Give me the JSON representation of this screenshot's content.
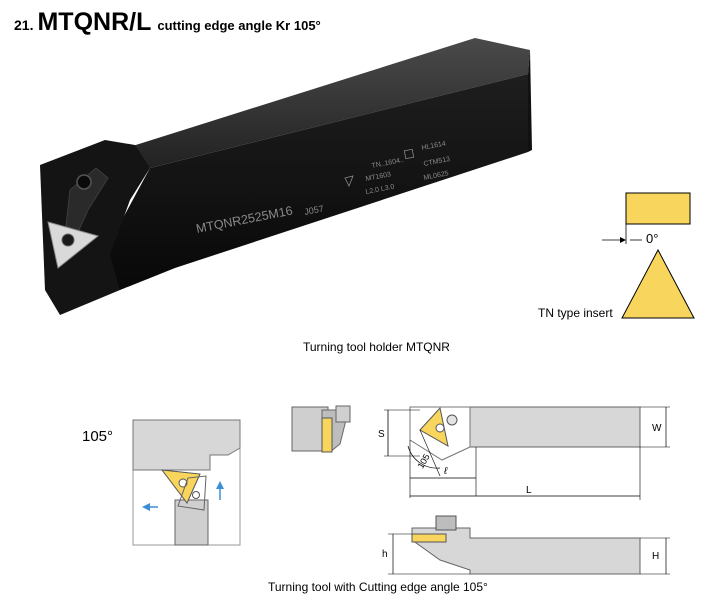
{
  "heading": {
    "number": "21.",
    "model": "MTQNR/L",
    "description": "cutting edge angle Kr 105°"
  },
  "photo": {
    "engraving_model": "MTQNR2525M16",
    "engraving_code": "J057",
    "table_left": [
      "TN..1604..",
      "MT1603",
      "L2.0 L3.0"
    ],
    "table_right": [
      "HL1614",
      "CTM513",
      "ML0625"
    ],
    "caption": "Turning tool holder MTQNR"
  },
  "insert": {
    "angle_label": "0°",
    "label": "TN type insert",
    "color": "#f8d55c"
  },
  "diagram": {
    "angle_label": "105°",
    "angle_mark": "105",
    "dim_s": "S",
    "dim_l_small": "ℓ",
    "dim_L": "L",
    "dim_W": "W",
    "dim_h": "h",
    "dim_H": "H",
    "arrow_color": "#3a8fd6",
    "caption": "Turning tool with Cutting edge angle 105°"
  }
}
